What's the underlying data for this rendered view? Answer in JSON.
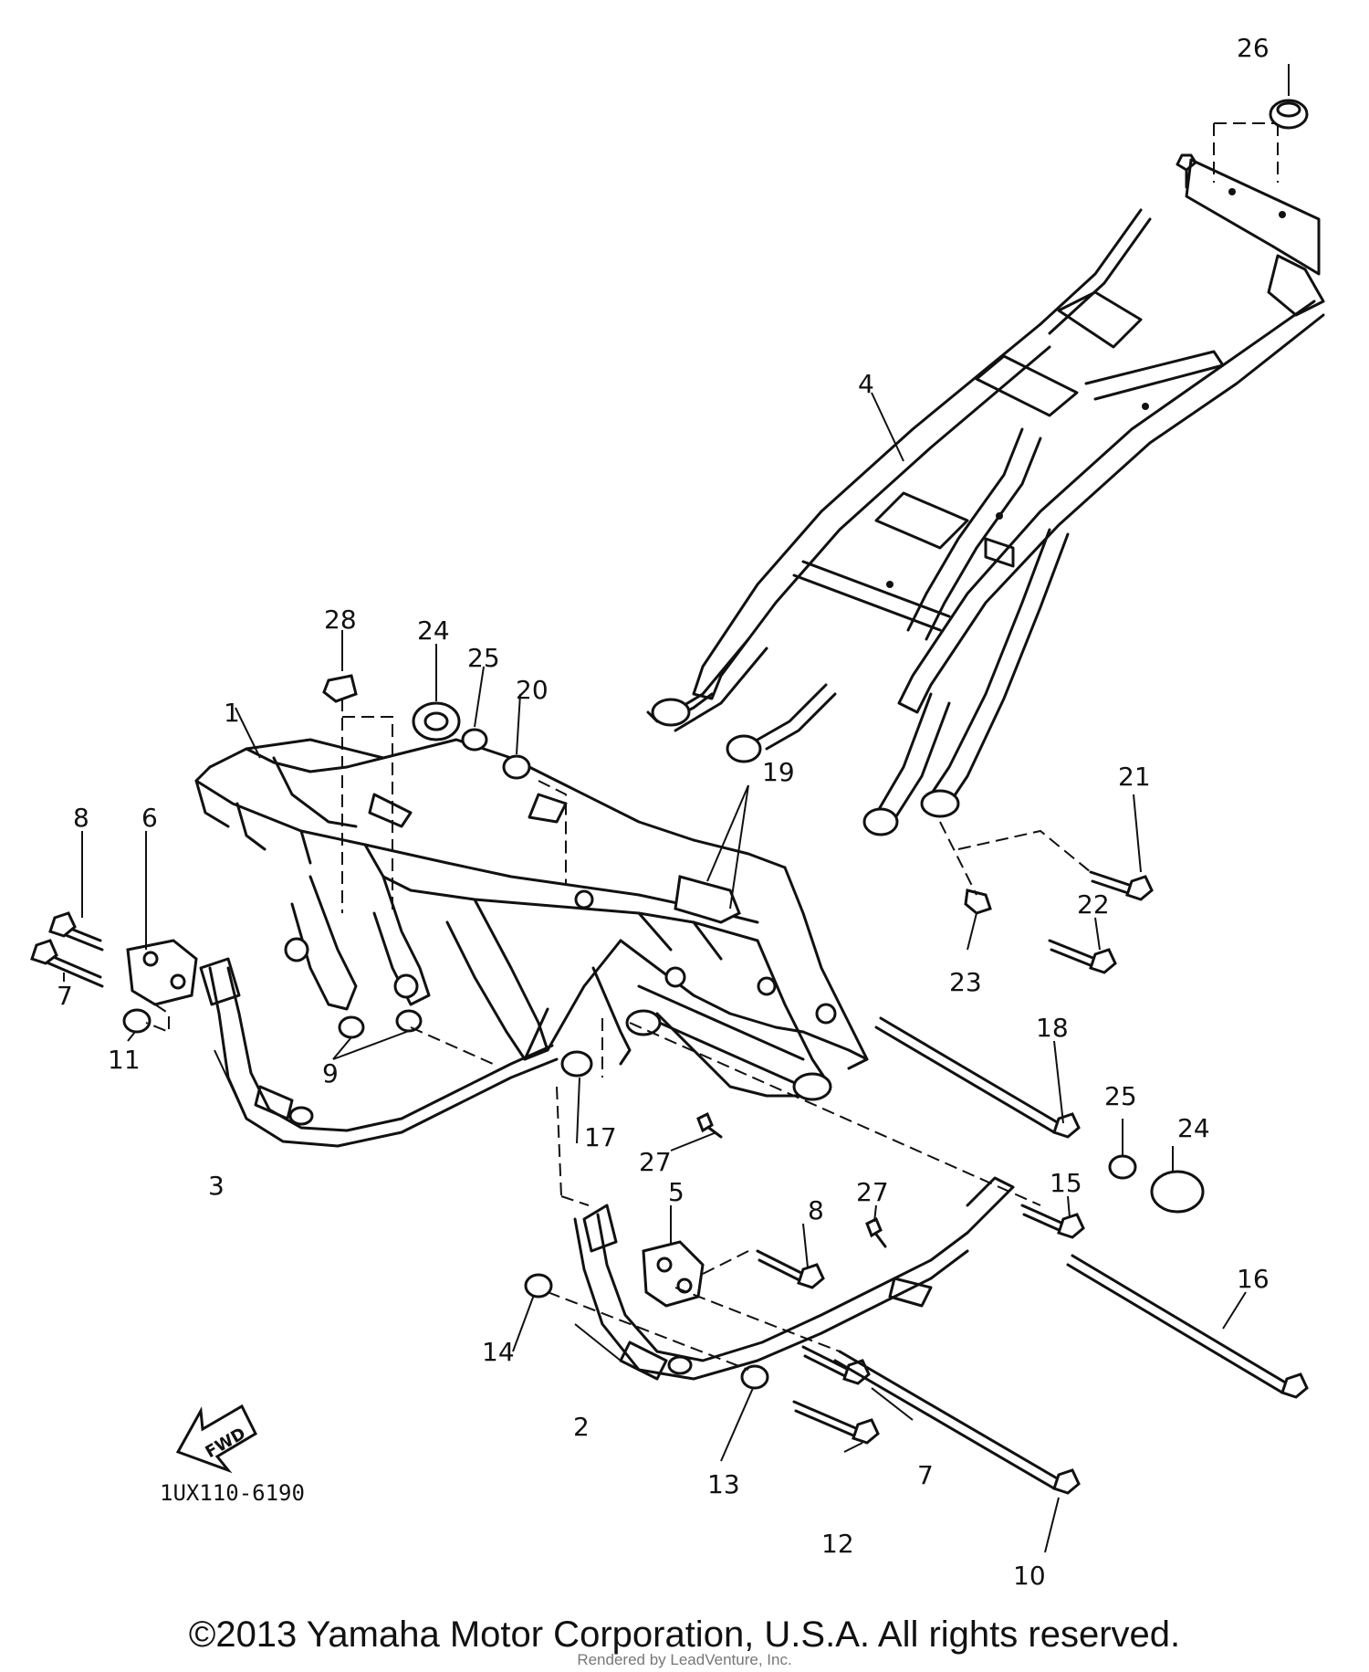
{
  "part_numbers": [
    "1",
    "2",
    "3",
    "4",
    "5",
    "6",
    "7",
    "7",
    "8",
    "8",
    "9",
    "10",
    "11",
    "12",
    "13",
    "14",
    "15",
    "16",
    "17",
    "18",
    "19",
    "20",
    "21",
    "22",
    "23",
    "24",
    "24",
    "25",
    "25",
    "26",
    "27",
    "27",
    "28"
  ],
  "labels": {
    "l1": "1",
    "l2": "2",
    "l3": "3",
    "l4": "4",
    "l5": "5",
    "l6": "6",
    "l7a": "7",
    "l7b": "7",
    "l8a": "8",
    "l8b": "8",
    "l9": "9",
    "l10": "10",
    "l11": "11",
    "l12": "12",
    "l13": "13",
    "l14": "14",
    "l15": "15",
    "l16": "16",
    "l17": "17",
    "l18": "18",
    "l19": "19",
    "l20": "20",
    "l21": "21",
    "l22": "22",
    "l23": "23",
    "l24a": "24",
    "l24b": "24",
    "l25a": "25",
    "l25b": "25",
    "l26": "26",
    "l27a": "27",
    "l27b": "27",
    "l28": "28"
  },
  "forward_arrow_text": "FWD",
  "figure_code": "1UX110-6190",
  "copyright": "©2013 Yamaha Motor Corporation, U.S.A. All rights reserved.",
  "watermark": "Rendered by LeadVenture, Inc."
}
